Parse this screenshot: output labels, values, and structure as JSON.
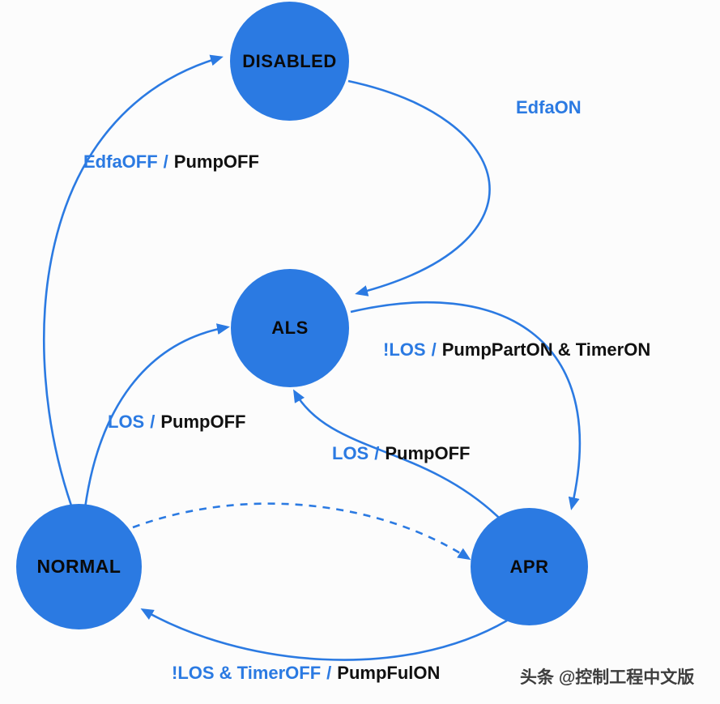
{
  "diagram": {
    "states": {
      "disabled": {
        "label": "DISABLED"
      },
      "als": {
        "label": "ALS"
      },
      "normal": {
        "label": "NORMAL"
      },
      "apr": {
        "label": "APR"
      }
    },
    "transitions": {
      "disabled_to_als": {
        "condition": "EdfaON",
        "separator": "",
        "action": ""
      },
      "normal_to_disabled": {
        "condition": "EdfaOFF",
        "separator": "/",
        "action": "PumpOFF"
      },
      "normal_to_als": {
        "condition": "LOS",
        "separator": "/",
        "action": "PumpOFF"
      },
      "als_to_apr": {
        "condition": "!LOS",
        "separator": "/",
        "action": "PumpPartON & TimerON"
      },
      "apr_to_als": {
        "condition": "LOS",
        "separator": "/",
        "action": "PumpOFF"
      },
      "apr_to_normal": {
        "condition": "!LOS & TimerOFF",
        "separator": "/",
        "action": "PumpFulON"
      }
    },
    "watermark": "头条 @控制工程中文版"
  },
  "colors": {
    "node_fill": "#2b7ae2",
    "arrow": "#2b7ae2",
    "condition_text": "#2b7ae2",
    "action_text": "#111111",
    "state_text": "#0a0a0a",
    "background": "#fcfcfc",
    "watermark_text": "#3d3d3d"
  }
}
